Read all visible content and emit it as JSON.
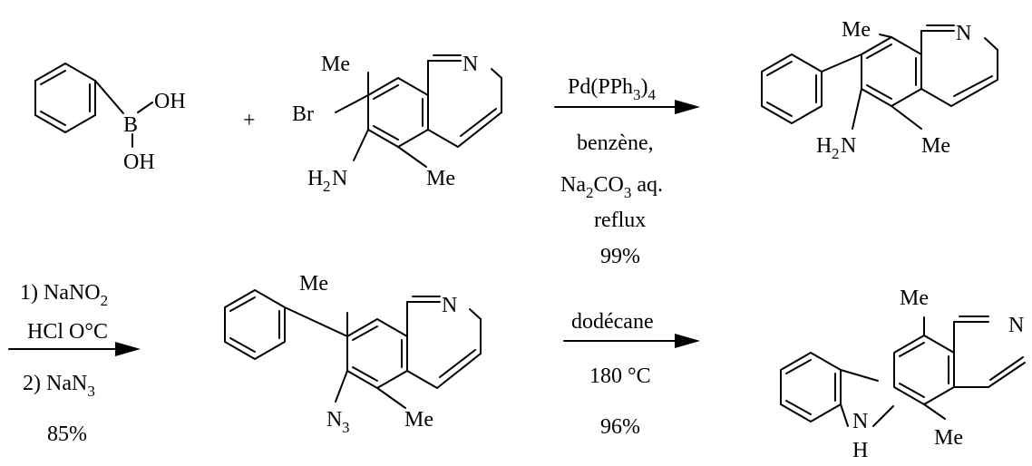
{
  "atoms": {
    "oh1": "OH",
    "b": "B",
    "oh2": "OH",
    "plus": "+",
    "me": "Me",
    "n": "N",
    "br": "Br",
    "h2n_h": "H",
    "h2n_2": "2",
    "h2n_n": "N",
    "n3_n": "N",
    "n3_3": "3",
    "nh_n": "N",
    "nh_h": "H"
  },
  "step1": {
    "reagent_pd": "Pd(PPh",
    "reagent_pd_sub": "3",
    "reagent_pd_close": ")",
    "reagent_pd_sub2": "4",
    "solvent": "benzène,",
    "base_na": "Na",
    "base_na_sub": "2",
    "base_co": "CO",
    "base_co_sub": "3",
    "base_aq": " aq.",
    "condition": "reflux",
    "yield": "99%"
  },
  "step2": {
    "reagent1_pre": "1) NaNO",
    "reagent1_sub": "2",
    "reagent1b": "HCl O°C",
    "reagent2_pre": "2) NaN",
    "reagent2_sub": "3",
    "yield": "85%"
  },
  "step3": {
    "solvent": "dodécane",
    "temperature": "180 °C",
    "yield": "96%"
  },
  "colors": {
    "ink": "#000000",
    "background": "#ffffff"
  }
}
